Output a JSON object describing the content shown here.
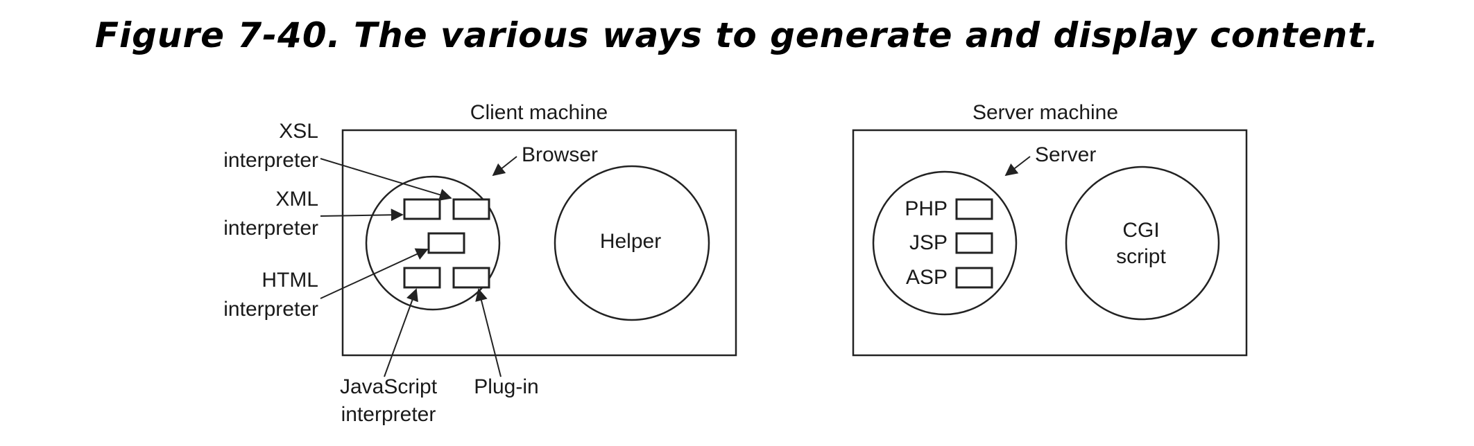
{
  "caption": "Figure 7-40. The various ways to generate and display content.",
  "client": {
    "title": "Client machine",
    "browser_label": "Browser",
    "helper_label": "Helper",
    "labels": {
      "xsl_1": "XSL",
      "xsl_2": "interpreter",
      "xml_1": "XML",
      "xml_2": "interpreter",
      "html_1": "HTML",
      "html_2": "interpreter",
      "js_1": "JavaScript",
      "js_2": "interpreter",
      "plugin": "Plug-in"
    }
  },
  "server": {
    "title": "Server machine",
    "server_label": "Server",
    "php": "PHP",
    "jsp": "JSP",
    "asp": "ASP",
    "cgi_1": "CGI",
    "cgi_2": "script"
  }
}
